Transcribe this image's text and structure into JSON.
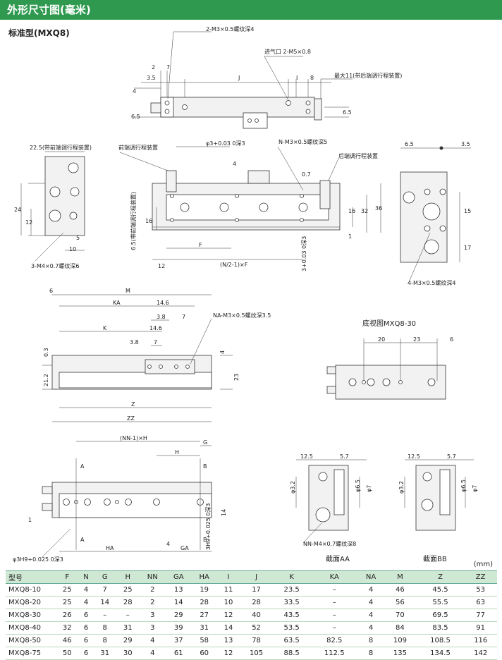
{
  "header": {
    "title": "外形尺寸图(毫米)",
    "subtitle": "标准型(MXQ8)"
  },
  "labels": {
    "top_a": "2-M3×0.5螺纹深4",
    "top_b": "进气口 2-M5×0.8",
    "top_c": "最大11(带后端调行程装置)",
    "d2": "2",
    "d7": "7",
    "d35": "3.5",
    "dJ": "J",
    "dI": "I",
    "d8": "8",
    "d4": "4",
    "d65a": "6.5",
    "d65b": "6.5",
    "left_a": "22.5(带前端调行程装置)",
    "left_24": "24",
    "left_12": "12",
    "left_5": "5",
    "left_10": "10",
    "left_b": "3-M4×0.7螺纹深6",
    "mid_a": "前端调行程装置",
    "mid_b": "φ3+0.03 0深3",
    "mid_c": "N-M3×0.5螺纹深5",
    "mid_d": "后端调行程装置",
    "mid_4": "4",
    "mid_07": "0.7",
    "mid_16a": "16",
    "mid_16b": "16",
    "mid_32": "32",
    "mid_36": "36",
    "mid_1": "1",
    "mid_65": "6.5(带前端调行程装置)",
    "mid_F": "F",
    "mid_12": "12",
    "mid_nf": "(N/2-1)×F",
    "mid_3": "3+0.03 0深3",
    "right_65": "6.5",
    "right_35": "3.5",
    "right_15": "15",
    "right_17": "17",
    "right_a": "4-M3×0.5螺纹深4",
    "m_6": "6",
    "m_M": "M",
    "m_KA": "KA",
    "m_146a": "14.6",
    "m_38a": "3.8",
    "m_7a": "7",
    "m_K": "K",
    "m_146b": "14.6",
    "m_38b": "3.8",
    "m_7b": "7",
    "m_NA": "NA-M3×0.5螺纹深3.5",
    "m_03": "0.3",
    "m_212": "21.2",
    "m_4": "4",
    "m_23": "23",
    "m_Z": "Z",
    "m_ZZ": "ZZ",
    "bv_title": "底视图MXQ8-30",
    "bv_20": "20",
    "bv_23": "23",
    "bv_6": "6",
    "l_NNH": "(NN-1)×H",
    "l_G": "G",
    "l_H": "H",
    "l_A1": "A",
    "l_B1": "B",
    "l_A2": "A",
    "l_B2": "B",
    "l_1": "1",
    "l_14": "14",
    "l_4": "4",
    "l_HA": "HA",
    "l_GA": "GA",
    "l_3H9a": "φ3H9+0.025 0深3",
    "l_3H9b": "3H9+0.025 0深3",
    "aa_125": "12.5",
    "aa_57": "5.7",
    "aa_32": "φ3.2",
    "aa_65": "φ6.5",
    "aa_7": "φ7",
    "aa_nn": "NN-M4×0.7螺纹深8",
    "aa_title": "截面AA",
    "bb_125": "12.5",
    "bb_57": "5.7",
    "bb_32": "φ3.2",
    "bb_65": "φ6.5",
    "bb_7": "φ7",
    "bb_title": "截面BB"
  },
  "table": {
    "unit": "(mm)",
    "headers": [
      "型号",
      "F",
      "N",
      "G",
      "H",
      "NN",
      "GA",
      "HA",
      "I",
      "J",
      "K",
      "KA",
      "NA",
      "M",
      "Z",
      "ZZ"
    ],
    "rows": [
      [
        "MXQ8-10",
        "25",
        "4",
        "7",
        "25",
        "2",
        "13",
        "19",
        "11",
        "17",
        "23.5",
        "–",
        "4",
        "46",
        "45.5",
        "53"
      ],
      [
        "MXQ8-20",
        "25",
        "4",
        "14",
        "28",
        "2",
        "14",
        "28",
        "10",
        "28",
        "33.5",
        "–",
        "4",
        "56",
        "55.5",
        "63"
      ],
      [
        "MXQ8-30",
        "26",
        "6",
        "–",
        "–",
        "3",
        "29",
        "27",
        "12",
        "40",
        "43.5",
        "–",
        "4",
        "70",
        "69.5",
        "77"
      ],
      [
        "MXQ8-40",
        "32",
        "6",
        "8",
        "31",
        "3",
        "39",
        "31",
        "14",
        "52",
        "53.5",
        "–",
        "4",
        "84",
        "83.5",
        "91"
      ],
      [
        "MXQ8-50",
        "46",
        "6",
        "8",
        "29",
        "4",
        "37",
        "58",
        "13",
        "78",
        "63.5",
        "82.5",
        "8",
        "109",
        "108.5",
        "116"
      ],
      [
        "MXQ8-75",
        "50",
        "6",
        "31",
        "30",
        "4",
        "61",
        "60",
        "12",
        "105",
        "88.5",
        "112.5",
        "8",
        "135",
        "134.5",
        "142"
      ]
    ]
  }
}
